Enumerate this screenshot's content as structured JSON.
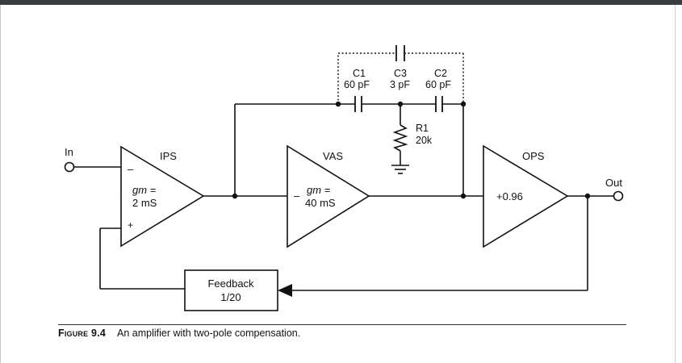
{
  "labels": {
    "in": "In",
    "out": "Out",
    "ips": "IPS",
    "vas": "VAS",
    "ops": "OPS",
    "ips_minus": "–",
    "ips_plus": "+",
    "vas_minus": "–",
    "ips_gm_line1": "gm =",
    "ips_gm_line2": "2 mS",
    "vas_gm_line1": "gm =",
    "vas_gm_line2": "40 mS",
    "ops_gain": "+0.96",
    "c1_name": "C1",
    "c1_value": "60 pF",
    "c2_name": "C2",
    "c2_value": "60 pF",
    "c3_name": "C3",
    "c3_value": "3 pF",
    "r1_name": "R1",
    "r1_value": "20k",
    "feedback_line1": "Feedback",
    "feedback_line2": "1/20"
  },
  "caption": {
    "label": "Figure 9.4",
    "text": "An amplifier with two-pole compensation."
  }
}
